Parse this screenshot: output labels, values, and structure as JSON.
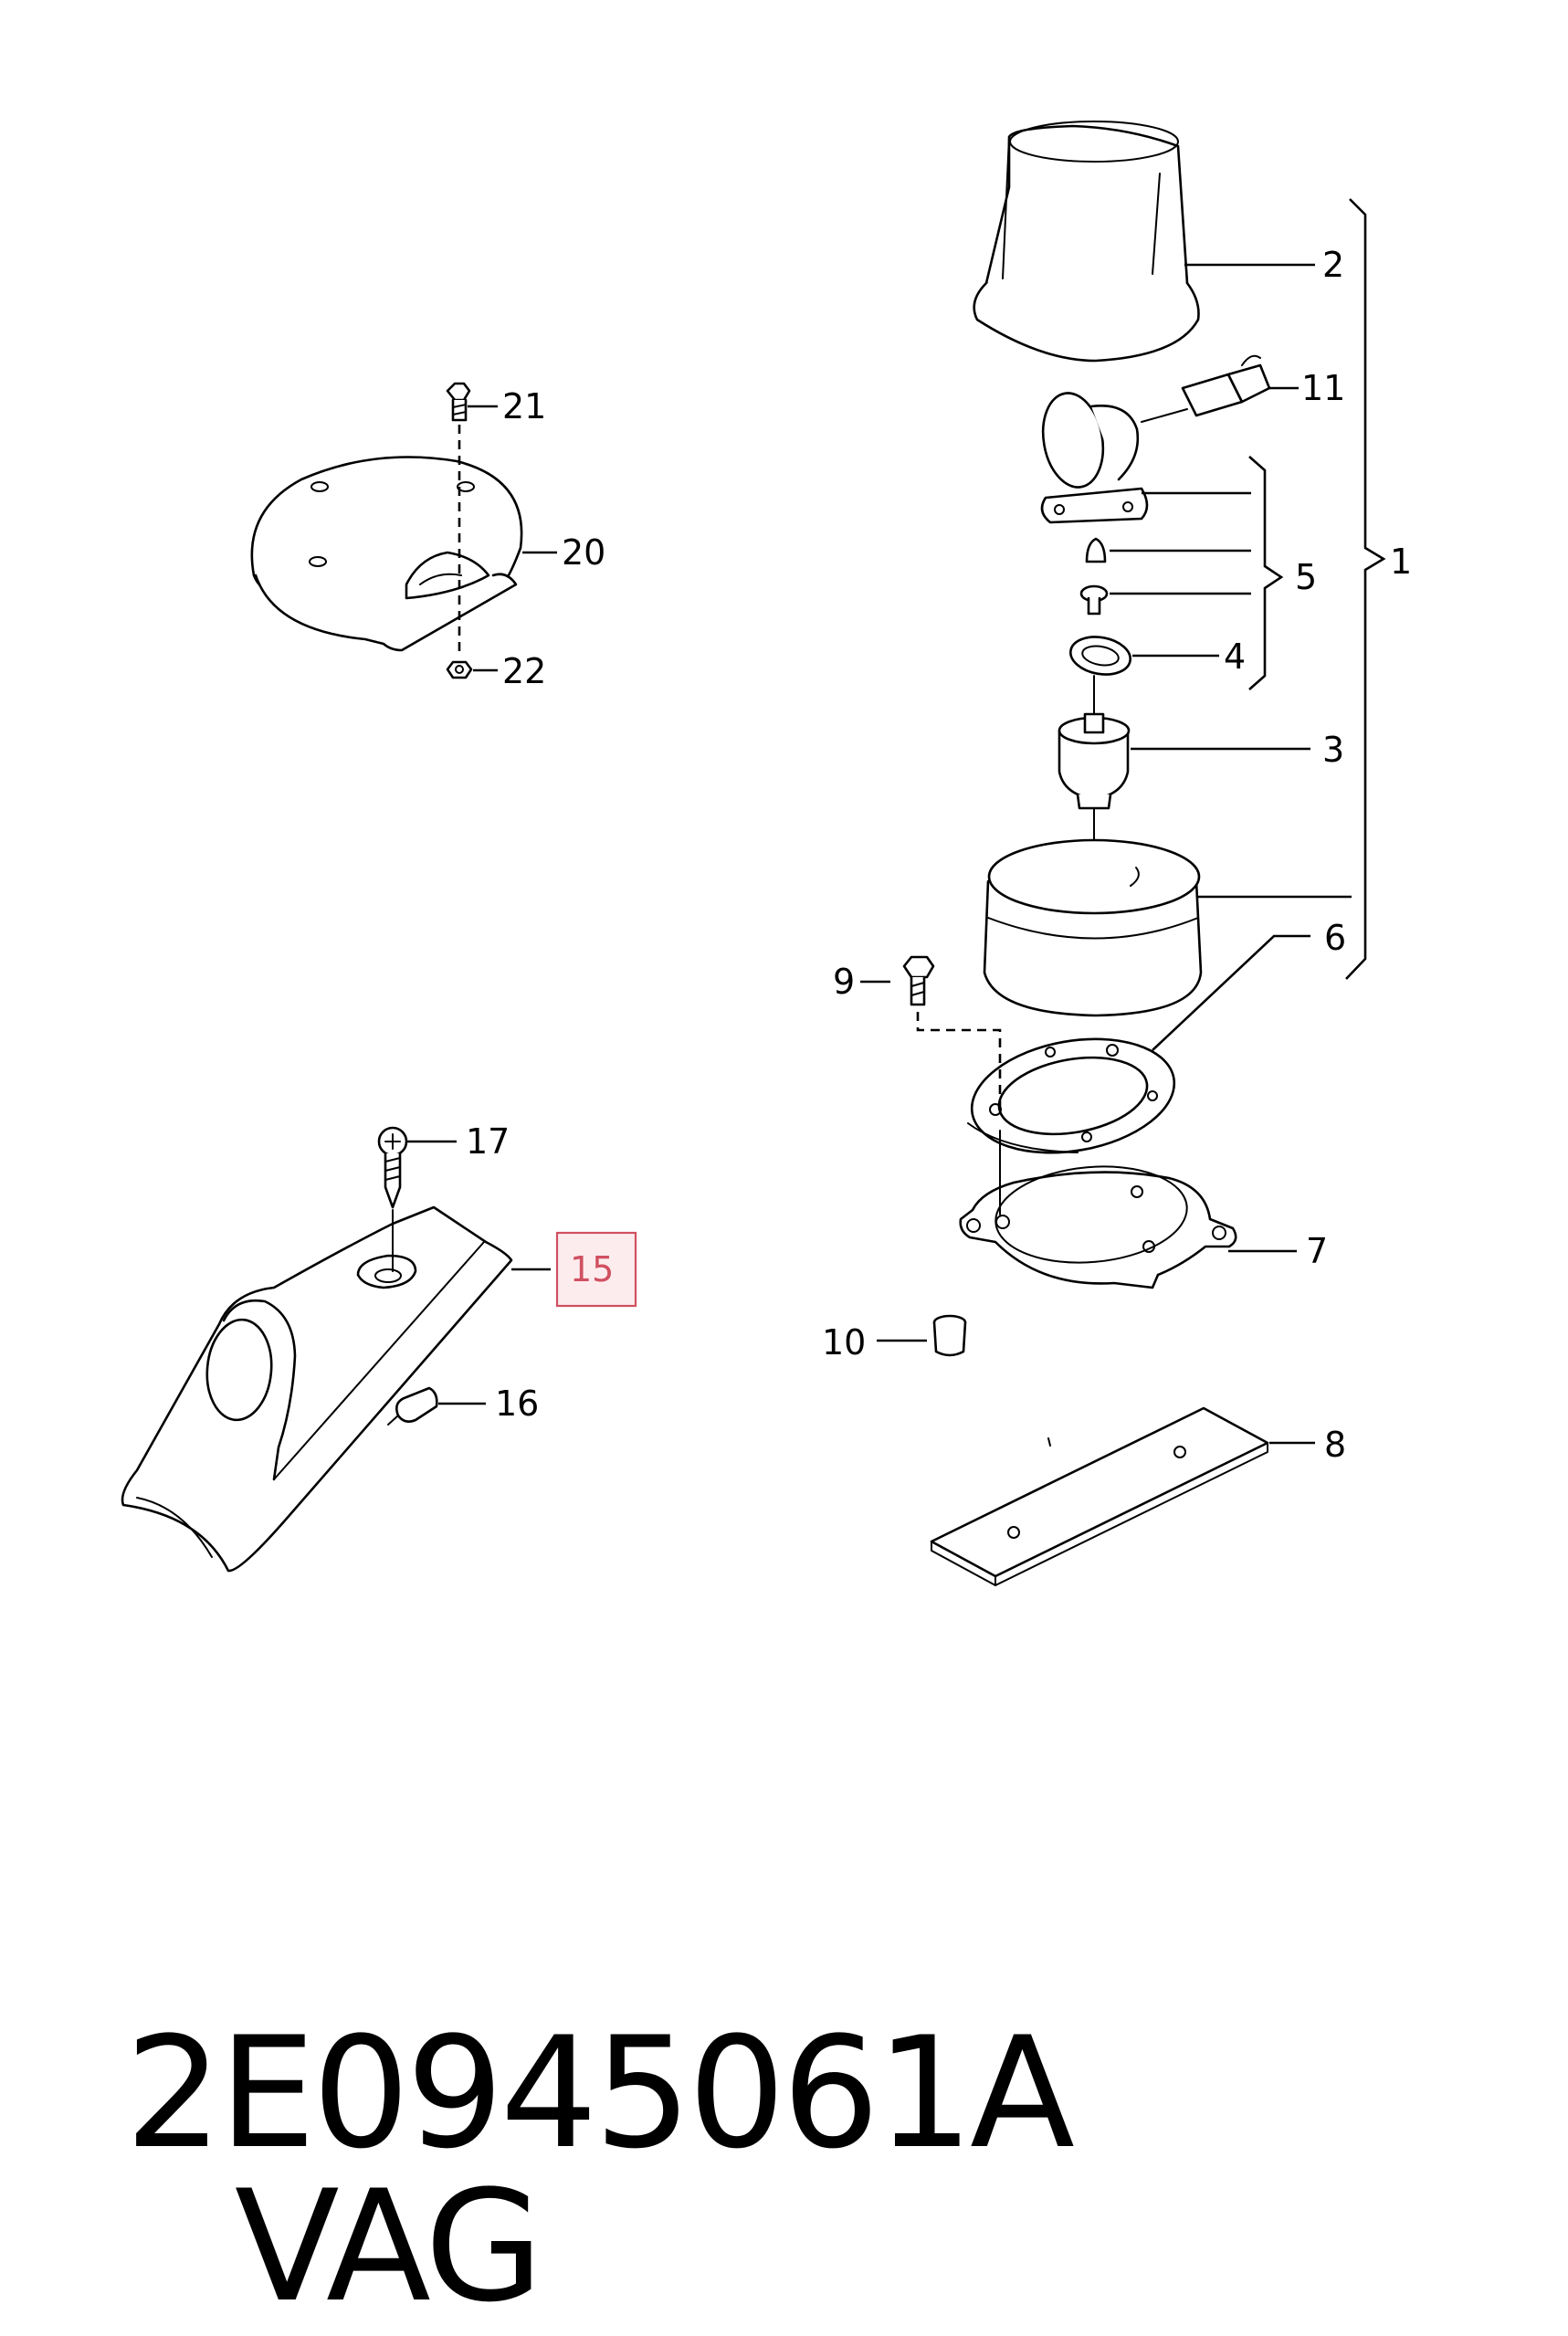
{
  "diagram": {
    "callouts": {
      "c1": "1",
      "c2": "2",
      "c3": "3",
      "c4": "4",
      "c5": "5",
      "c6": "6",
      "c7": "7",
      "c8": "8",
      "c9": "9",
      "c10": "10",
      "c11": "11",
      "c15": "15",
      "c16": "16",
      "c17": "17",
      "c20": "20",
      "c21": "21",
      "c22": "22"
    },
    "highlighted_callout": "15",
    "highlight_color": "#d05060"
  },
  "footer": {
    "part_number": "2E0945061A",
    "brand": "VAG"
  }
}
